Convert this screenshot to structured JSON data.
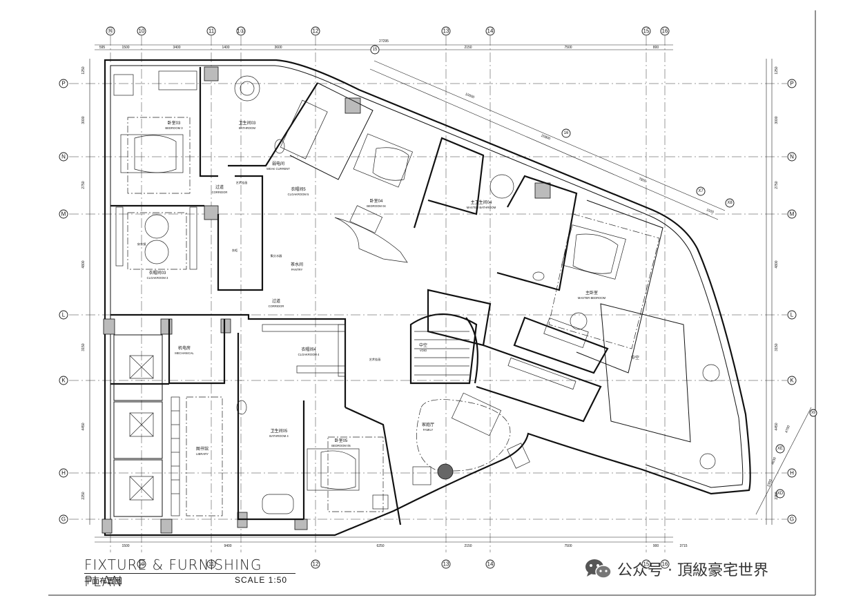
{
  "drawing": {
    "title": "FIXTURE & FURNISHING PLAN",
    "subtitle_cn": "平面布置图",
    "scale": "SCALE 1:50"
  },
  "watermark": {
    "text": "公众号 · 頂級豪宅世界",
    "icon": "wechat-icon"
  },
  "grid": {
    "top_axes": [
      "⑯",
      "10",
      "11",
      "1①",
      "12",
      "13",
      "14",
      "15",
      "16"
    ],
    "bottom_axes": [
      "10",
      "11",
      "12",
      "13",
      "14",
      "15",
      "16"
    ],
    "left_axes": [
      "P",
      "N",
      "M",
      "L",
      "K",
      "H",
      "G"
    ],
    "right_axes": [
      "P",
      "N",
      "M",
      "L",
      "K",
      "H",
      "G"
    ],
    "diag_axes": [
      "15",
      "16",
      "X7",
      "X8",
      "X9",
      "XE",
      "XD"
    ]
  },
  "dimensions": {
    "top_total": "27295",
    "top": [
      "595",
      "1500",
      "3400",
      "1400",
      "3600",
      "2150",
      "7500",
      "800"
    ],
    "bottom_total": "9400",
    "bottom": [
      "1500",
      "6250",
      "2150",
      "7500",
      "900",
      "3715"
    ],
    "left": [
      "1250",
      "3000",
      "2750",
      "4800",
      "3150",
      "4450",
      "2250"
    ],
    "right": [
      "1250",
      "3000",
      "2750",
      "4800",
      "3150",
      "4450",
      "2250"
    ],
    "diag": [
      "10000",
      "20800",
      "7800",
      "1500",
      "4700",
      "4630",
      "2300"
    ]
  },
  "rooms": [
    {
      "cn": "卧室03",
      "en": "BEDROOM 3"
    },
    {
      "cn": "卫生间03",
      "en": "BATHROOM"
    },
    {
      "cn": "弱电间",
      "en": "WEAK CURRENT"
    },
    {
      "cn": "过道",
      "en": "CORRIDOR"
    },
    {
      "cn": "衣帽间5",
      "en": "CLOAKROOM 5"
    },
    {
      "cn": "卧室04",
      "en": "BEDROOM 04"
    },
    {
      "cn": "主卫生间04",
      "en": "MASTER BATHROOM"
    },
    {
      "cn": "衣帽间03",
      "en": "CLOAKROOM 3"
    },
    {
      "cn": "茶水间",
      "en": "PANTRY"
    },
    {
      "cn": "过道",
      "en": "CORRIDOR"
    },
    {
      "cn": "主卧室",
      "en": "MASTER BEDROOM"
    },
    {
      "cn": "中空",
      "en": "VOID"
    },
    {
      "cn": "机电房",
      "en": "MECHANICAL"
    },
    {
      "cn": "衣帽间4",
      "en": "CLOAKROOM 4"
    },
    {
      "cn": "卫生间05",
      "en": "BATHROOM 4"
    },
    {
      "cn": "图书馆",
      "en": "LIBRARY"
    },
    {
      "cn": "卧室05",
      "en": "BEDROOM 05"
    },
    {
      "cn": "家庭厅",
      "en": "FAMILY"
    },
    {
      "cn": "中空",
      "en": ""
    }
  ],
  "notes": [
    "艺术挂画",
    "艺术挂画",
    "集分水器",
    "衣柜",
    "穿衣镜"
  ]
}
